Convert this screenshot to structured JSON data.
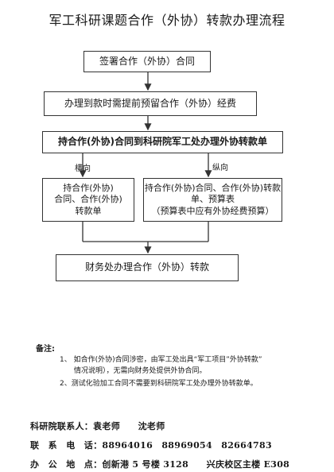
{
  "title": "军工科研课题合作（外协）转款办理流程",
  "steps": {
    "step1": "签署合作（外协）合同",
    "step2": "办理到款时需提前预留合作（外协）经费",
    "step3": "持合作(外协)合同到科研院军工处办理外协转款单",
    "branch_left_label": "横向",
    "branch_right_label": "纵向",
    "left_box_lines": [
      "持合作(外协)",
      "合同、合作(外协)",
      "转款单"
    ],
    "right_box_lines": [
      "持合作(外协)合同、合作(外协)转款",
      "单、预算表",
      "（预算表中应有外协经费预算）"
    ],
    "step5": "财务处办理合作（外协）转款"
  },
  "notes": {
    "heading": "备注:",
    "item1_line1": "1、 如合作(外协)合同涉密，由军工处出具“军工项目”外协转款”",
    "item1_line2": "情况说明），无需向财务处提供外协合同。",
    "item2": "2、测试化验加工合同不需要到科研院军工处办理外协转款单。"
  },
  "contacts": {
    "person_label": "科研院联系人：",
    "persons": "袁老师　　沈老师",
    "phone_label": "联　系　电　话：",
    "phones": "88964016　88969054　82664783",
    "address_label": "办　公　地　点：",
    "address": "创新港 5 号楼 3128　　兴庆校区主楼 E308"
  }
}
